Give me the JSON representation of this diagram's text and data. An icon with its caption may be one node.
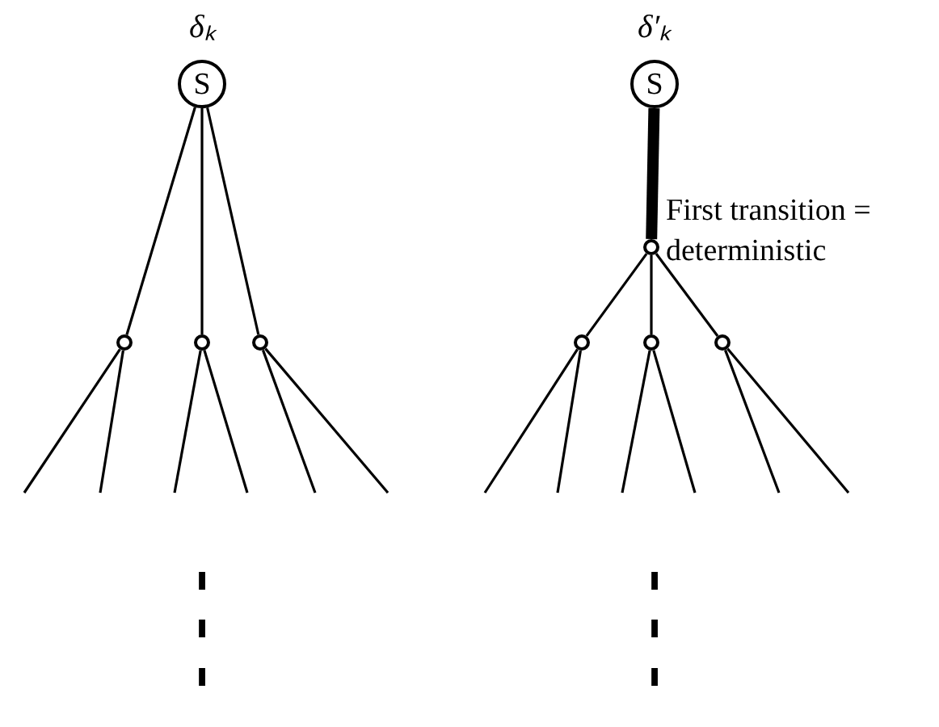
{
  "diagram": {
    "nodes": [
      {
        "text": [
          "S"
        ]
      },
      {
        "text": [],
        "shape": "circle"
      },
      {
        "text": [],
        "shape": "circle"
      },
      {
        "text": [],
        "shape": "circle"
      },
      {
        "text": [
          "S"
        ]
      },
      {
        "text": [],
        "shape": "circle"
      },
      {
        "text": [],
        "shape": "circle"
      },
      {
        "text": [],
        "shape": "circle"
      },
      {
        "text": [],
        "shape": "circle"
      }
    ],
    "edges": [
      {
        "from": 0,
        "to": 1,
        "arrow": "none"
      },
      {
        "from": 0,
        "to": 2,
        "arrow": "none"
      },
      {
        "from": 0,
        "to": 3,
        "arrow": "none"
      },
      {
        "from": 1,
        "to": null,
        "arrow": "none"
      },
      {
        "from": 1,
        "to": null,
        "arrow": "none"
      },
      {
        "from": 2,
        "to": null,
        "arrow": "none"
      },
      {
        "from": 2,
        "to": null,
        "arrow": "none"
      },
      {
        "from": 3,
        "to": null,
        "arrow": "none"
      },
      {
        "from": 3,
        "to": null,
        "arrow": "none"
      },
      {
        "from": 4,
        "to": 5,
        "arrow": "none",
        "style": "thick",
        "label": "First transition = deterministic"
      },
      {
        "from": 5,
        "to": 6,
        "arrow": "none"
      },
      {
        "from": 5,
        "to": 7,
        "arrow": "none"
      },
      {
        "from": 5,
        "to": 8,
        "arrow": "none"
      },
      {
        "from": 6,
        "to": null,
        "arrow": "none"
      },
      {
        "from": 6,
        "to": null,
        "arrow": "none"
      },
      {
        "from": 7,
        "to": null,
        "arrow": "none"
      },
      {
        "from": 7,
        "to": null,
        "arrow": "none"
      },
      {
        "from": 8,
        "to": null,
        "arrow": "none"
      },
      {
        "from": 8,
        "to": null,
        "arrow": "none"
      }
    ],
    "labels": [
      "δₖ",
      "δ′ₖ",
      "⋮",
      "⋮"
    ]
  }
}
